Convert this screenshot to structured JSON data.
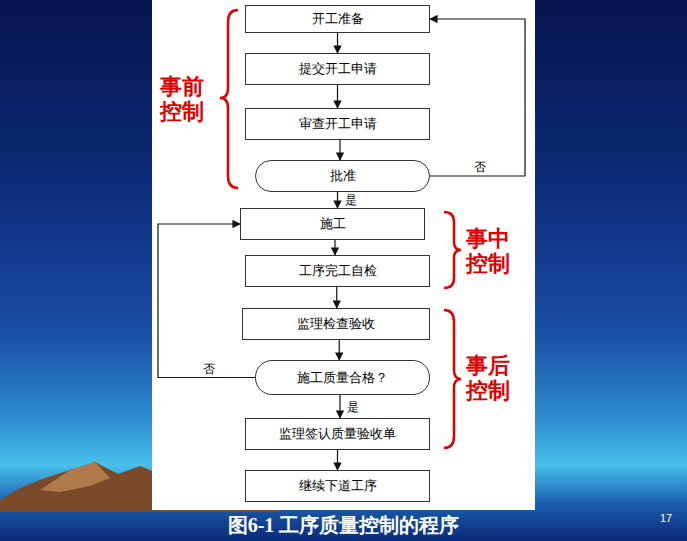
{
  "diagram": {
    "caption": "图6-1 工序质量控制的程序",
    "nodes": [
      {
        "text": [
          "开工准备"
        ]
      },
      {
        "text": [
          "提交开工申请"
        ]
      },
      {
        "text": [
          "审查开工申请"
        ]
      },
      {
        "text": [
          "批准"
        ]
      },
      {
        "text": [
          "施工"
        ]
      },
      {
        "text": [
          "工序完工自检"
        ]
      },
      {
        "text": [
          "监理检查验收"
        ]
      },
      {
        "text": [
          "施工质量合格？"
        ]
      },
      {
        "text": [
          "监理签认质量验收单"
        ]
      },
      {
        "text": [
          "继续下道工序"
        ]
      }
    ],
    "edges": [
      {
        "from": 0,
        "to": 1,
        "arrow": "to"
      },
      {
        "from": 1,
        "to": 2,
        "arrow": "to"
      },
      {
        "from": 2,
        "to": 3,
        "arrow": "to"
      },
      {
        "from": 3,
        "to": 4,
        "arrow": "to",
        "label": "是"
      },
      {
        "from": 3,
        "to": 0,
        "arrow": "to",
        "label": "否"
      },
      {
        "from": 4,
        "to": 5,
        "arrow": "to"
      },
      {
        "from": 5,
        "to": 6,
        "arrow": "to"
      },
      {
        "from": 6,
        "to": 7,
        "arrow": "to"
      },
      {
        "from": 7,
        "to": 8,
        "arrow": "to",
        "label": "是"
      },
      {
        "from": 7,
        "to": 4,
        "arrow": "to",
        "label": "否"
      },
      {
        "from": 8,
        "to": 9,
        "arrow": "to"
      }
    ],
    "labels": [
      "事前控制",
      "事中控制",
      "事后控制",
      "17"
    ]
  }
}
